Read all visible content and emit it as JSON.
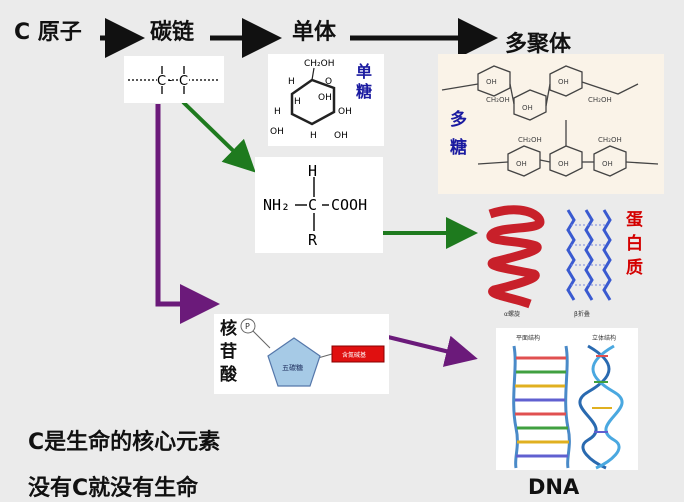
{
  "flow": {
    "c_atom": "C 原子",
    "carbon_chain": "碳链",
    "monomer": "单体",
    "polymer": "多聚体"
  },
  "monosaccharide": {
    "label_line1": "单",
    "label_line2": "糖",
    "groups": [
      "CH₂OH",
      "H",
      "O",
      "H",
      "OH",
      "H",
      "OH",
      "OH",
      "H",
      "OH"
    ]
  },
  "polysaccharide": {
    "label_line1": "多",
    "label_line2": "糖"
  },
  "amino_acid": {
    "h": "H",
    "nh2": "NH₂",
    "c": "C",
    "cooh": "COOH",
    "r": "R"
  },
  "protein": {
    "label_line1": "蛋",
    "label_line2": "白",
    "label_line3": "质",
    "caption_left": "α螺旋",
    "caption_right": "β折叠"
  },
  "nucleotide": {
    "label_line1": "核",
    "label_line2": "苷",
    "label_line3": "酸",
    "phosphate": "P",
    "sugar": "五碳糖",
    "base": "含氮碱基"
  },
  "dna": {
    "label": "DNA",
    "caption_left": "平面结构",
    "caption_right": "立体结构"
  },
  "statements": {
    "line1": "C是生命的核心元素",
    "line2": "没有C就没有生命"
  },
  "colors": {
    "green_arrow": "#1e7a1e",
    "purple_arrow": "#6b1a7a",
    "blue_label": "#1a1aa0",
    "red_label": "#d40000"
  }
}
